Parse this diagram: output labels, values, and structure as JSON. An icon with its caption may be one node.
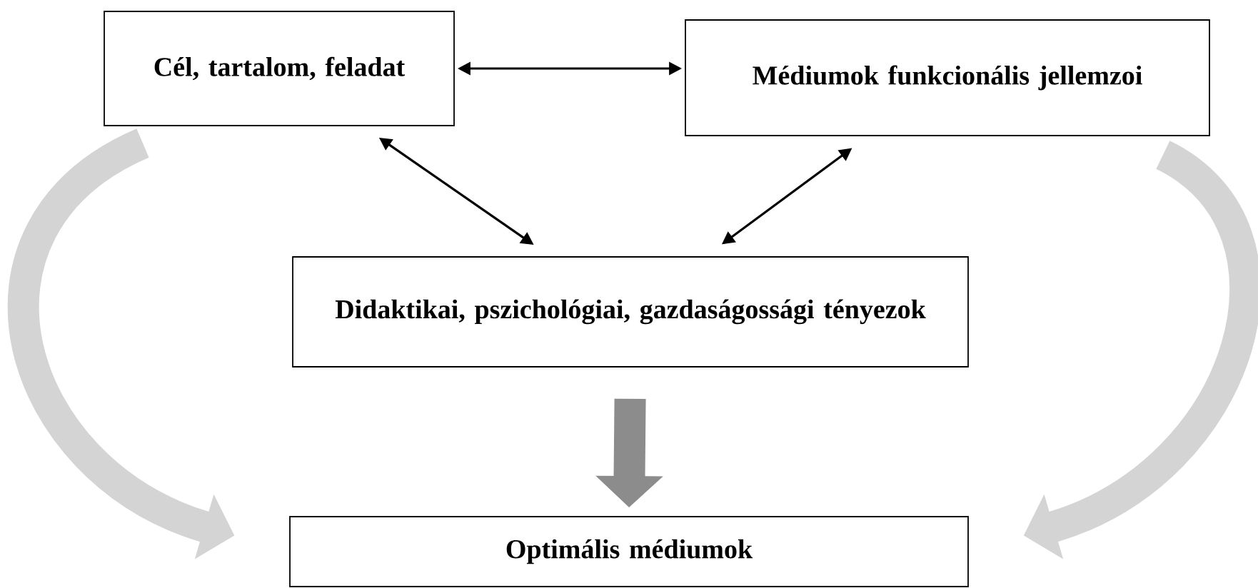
{
  "diagram": {
    "nodes": [
      {
        "text": [
          "Cél, tartalom, feladat"
        ]
      },
      {
        "text": [
          "Médiumok funkcionális jellemzoi"
        ]
      },
      {
        "text": [
          "Didaktikai, pszichológiai, gazdaságossági tényezok"
        ]
      },
      {
        "text": [
          "Optimális médiumok"
        ]
      }
    ],
    "edges": [
      {
        "from": 0,
        "to": 1,
        "arrow": "both"
      },
      {
        "from": 0,
        "to": 2,
        "arrow": "both"
      },
      {
        "from": 1,
        "to": 2,
        "arrow": "both"
      },
      {
        "from": 2,
        "to": 3,
        "arrow": "to",
        "style": "thick",
        "color": "#8c8c8c"
      },
      {
        "from": 0,
        "to": 3,
        "arrow": "to",
        "style": "thick",
        "color": "#d4d4d4"
      },
      {
        "from": 1,
        "to": 3,
        "arrow": "to",
        "style": "thick",
        "color": "#d4d4d4"
      }
    ]
  }
}
